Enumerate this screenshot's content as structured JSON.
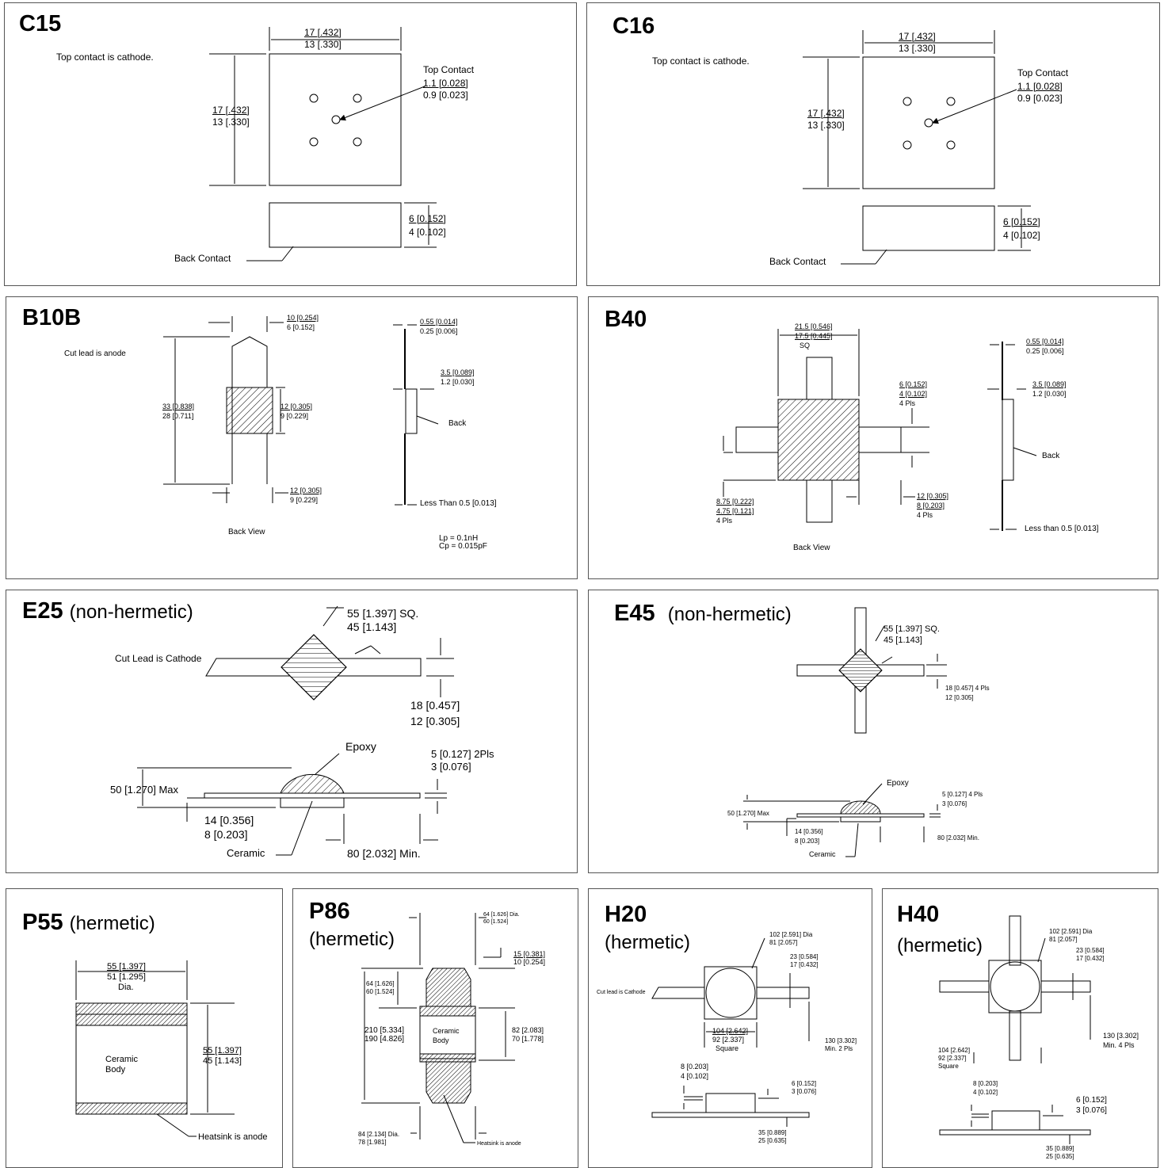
{
  "panels": {
    "c15": {
      "code": "C15",
      "note": "Top contact is cathode.",
      "top_w": "17 [.432]",
      "bot_w": "13 [.330]",
      "top_h": "17 [.432]",
      "bot_h": "13 [.330]",
      "contact_label": "Top Contact",
      "contact_top": "1.1 [0.028]",
      "contact_bot": "0.9 [0.023]",
      "thick_top": "6 [0.152]",
      "thick_bot": "4 [0.102]",
      "back": "Back Contact"
    },
    "c16": {
      "code": "C16",
      "note": "Top contact is cathode.",
      "top_w": "17 [.432]",
      "bot_w": "13 [.330]",
      "top_h": "17 [.432]",
      "bot_h": "13 [.330]",
      "contact_label": "Top Contact",
      "contact_top": "1.1 [0.028]",
      "contact_bot": "0.9 [0.023]",
      "thick_top": "6 [0.152]",
      "thick_bot": "4 [0.102]",
      "back": "Back Contact"
    },
    "b10b": {
      "code": "B10B",
      "note": "Cut lead is anode",
      "w_top": "10 [0.254]",
      "w_bot": "6 [0.152]",
      "h_top": "33 [0.838]",
      "h_bot": "28 [0.711]",
      "body_top": "12 [0.305]",
      "body_bot": "9 [0.229]",
      "lead_top": "12 [0.305]",
      "lead_bot": "9 [0.229]",
      "back_view": "Back View",
      "t_top": "0.55 [0.014]",
      "t_bot": "0.25 [0.006]",
      "b_top": "3.5 [0.089]",
      "b_bot": "1.2 [0.030]",
      "back": "Back",
      "less": "Less Than 0.5 [0.013]",
      "lp": "Lp = 0.1nH",
      "cp": "Cp = 0.015pF"
    },
    "b40": {
      "code": "B40",
      "sq_top": "21.5 [0.546]",
      "sq_bot": "17.5 [0.445]",
      "sq": "SQ",
      "lead_top": "6 [0.152]",
      "lead_bot": "4 [0.102]",
      "lead_pls": "4 Pls",
      "len_top": "8.75 [0.222]",
      "len_bot": "4.75 [0.121]",
      "len_pls": "4 Pls",
      "w_top": "12 [0.305]",
      "w_bot": "8 [0.203]",
      "w_pls": "4 Pls",
      "back_view": "Back View",
      "t_top": "0.55 [0.014]",
      "t_bot": "0.25 [0.006]",
      "b_top": "3.5 [0.089]",
      "b_bot": "1.2 [0.030]",
      "back": "Back",
      "less": "Less than 0.5 [0.013]"
    },
    "e25": {
      "code": "E25",
      "sub": "(non-hermetic)",
      "sq_top": "55 [1.397] SQ.",
      "sq_bot": "45 [1.143]",
      "cut": "Cut Lead is Cathode",
      "lw_top": "18 [0.457]",
      "lw_bot": "12 [0.305]",
      "epoxy": "Epoxy",
      "th_top": "5 [0.127]  2Pls",
      "th_bot": "3 [0.076]",
      "max": "50 [1.270] Max",
      "cer_top": "14 [0.356]",
      "cer_bot": "8 [0.203]",
      "ceramic": "Ceramic",
      "min": "80 [2.032] Min."
    },
    "e45": {
      "code": "E45",
      "sub": "(non-hermetic)",
      "sq_top": "55 [1.397] SQ.",
      "sq_bot": "45 [1.143]",
      "lw_top": "18 [0.457] 4 Pls",
      "lw_bot": "12 [0.305]",
      "epoxy": "Epoxy",
      "th_top": "5 [0.127] 4 Pls",
      "th_bot": "3 [0.076]",
      "max": "50 [1.270] Max",
      "cer_top": "14 [0.356]",
      "cer_bot": "8 [0.203]",
      "ceramic": "Ceramic",
      "min": "80 [2.032] Min."
    },
    "p55": {
      "code": "P55",
      "sub": "(hermetic)",
      "d_top": "55 [1.397]",
      "d_bot": "51 [1.295]",
      "dia": "Dia.",
      "h_top": "55 [1.397]",
      "h_bot": "45 [1.143]",
      "body1": "Ceramic",
      "body2": "Body",
      "heatsink": "Heatsink is anode"
    },
    "p86": {
      "code": "P86",
      "sub": "(hermetic)",
      "d_top": "64 [1.626] Dia.",
      "d_bot": "60 [1.524]",
      "c_top": "15 [0.381]",
      "c_bot": "10 [0.254]",
      "e_top": "64 [1.626]",
      "e_bot": "60 [1.524]",
      "h_top": "210 [5.334]",
      "h_bot": "190 [4.826]",
      "body1": "Ceramic",
      "body2": "Body",
      "b_top": "82 [2.083]",
      "b_bot": "70 [1.778]",
      "f_top": "84 [2.134] Dia.",
      "f_bot": "78 [1.981]",
      "heatsink": "Heatsink is anode"
    },
    "h20": {
      "code": "H20",
      "sub": "(hermetic)",
      "d_top": "102 [2.591] Dia",
      "d_bot": "81 [2.057]",
      "l_top": "23 [0.584]",
      "l_bot": "17 [0.432]",
      "cut": "Cut lead is Cathode",
      "sq_top": "104 [2.642]",
      "sq_bot": "92 [2.337]",
      "square": "Square",
      "len_top": "130 [3.302]",
      "len_bot": "Min.   2 Pls",
      "a_top": "8 [0.203]",
      "a_bot": "4 [0.102]",
      "t_top": "6 [0.152]",
      "t_bot": "3 [0.076]",
      "h_top": "35 [0.889]",
      "h_bot": "25 [0.635]"
    },
    "h40": {
      "code": "H40",
      "sub": "(hermetic)",
      "d_top": "102 [2.591] Dia",
      "d_bot": "81 [2.057]",
      "l_top": "23 [0.584]",
      "l_bot": "17 [0.432]",
      "len_top": "130 [3.302]",
      "len_bot": "Min.   4 Pls",
      "sq_top": "104 [2.642]",
      "sq_bot": "92 [2.337]",
      "square": "Square",
      "a_top": "8 [0.203]",
      "a_bot": "4 [0.102]",
      "t_top": "6 [0.152]",
      "t_bot": "3 [0.076]",
      "h_top": "35 [0.889]",
      "h_bot": "25 [0.635]"
    }
  }
}
